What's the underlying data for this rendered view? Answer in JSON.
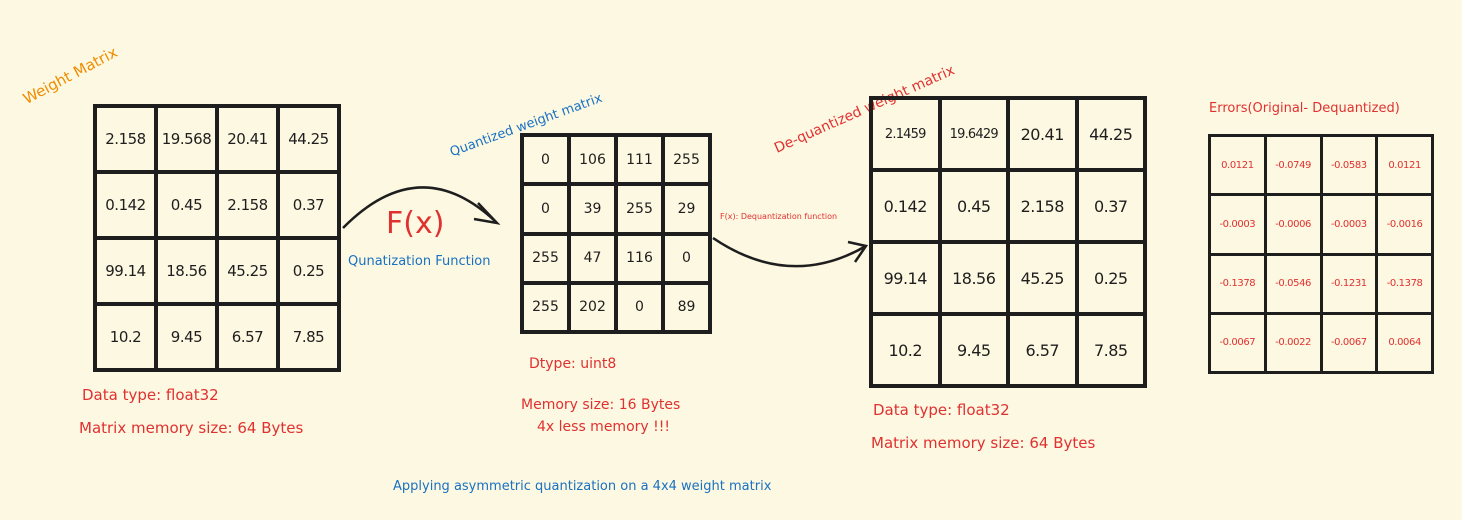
{
  "original": {
    "title": "Weight Matrix",
    "cells": [
      [
        "2.158",
        "19.568",
        "20.41",
        "44.25"
      ],
      [
        "0.142",
        "0.45",
        "2.158",
        "0.37"
      ],
      [
        "99.14",
        "18.56",
        "45.25",
        "0.25"
      ],
      [
        "10.2",
        "9.45",
        "6.57",
        "7.85"
      ]
    ],
    "dtype": "Data type: float32",
    "memory": "Matrix memory size: 64 Bytes"
  },
  "quant_function": {
    "symbol": "F(x)",
    "label": "Qunatization Function"
  },
  "quantized": {
    "title": "Quantized weight matrix",
    "cells": [
      [
        "0",
        "106",
        "111",
        "255"
      ],
      [
        "0",
        "39",
        "255",
        "29"
      ],
      [
        "255",
        "47",
        "116",
        "0"
      ],
      [
        "255",
        "202",
        "0",
        "89"
      ]
    ],
    "dtype": "Dtype: uint8",
    "memory": "Memory size: 16 Bytes",
    "note": "4x less memory !!!"
  },
  "dequant_function": {
    "label": "F(x): Dequantization function"
  },
  "dequantized": {
    "title": "De-quantized weight matrix",
    "cells": [
      [
        "2.1459",
        "19.6429",
        "20.41",
        "44.25"
      ],
      [
        "0.142",
        "0.45",
        "2.158",
        "0.37"
      ],
      [
        "99.14",
        "18.56",
        "45.25",
        "0.25"
      ],
      [
        "10.2",
        "9.45",
        "6.57",
        "7.85"
      ]
    ],
    "dtype": "Data type: float32",
    "memory": "Matrix memory size: 64 Bytes"
  },
  "errors": {
    "title": "Errors(Original- Dequantized)",
    "cells": [
      [
        "0.0121",
        "-0.0749",
        "-0.0583",
        "0.0121"
      ],
      [
        "-0.0003",
        "-0.0006",
        "-0.0003",
        "-0.0016"
      ],
      [
        "-0.1378",
        "-0.0546",
        "-0.1231",
        "-0.1378"
      ],
      [
        "-0.0067",
        "-0.0022",
        "-0.0067",
        "0.0064"
      ]
    ]
  },
  "caption": "Applying asymmetric quantization on a 4x4 weight matrix",
  "colors": {
    "ink": "#1e1e1e",
    "red": "#e03131",
    "blue": "#1971c2",
    "orange": "#f08c00",
    "background": "#fdf8e1"
  }
}
